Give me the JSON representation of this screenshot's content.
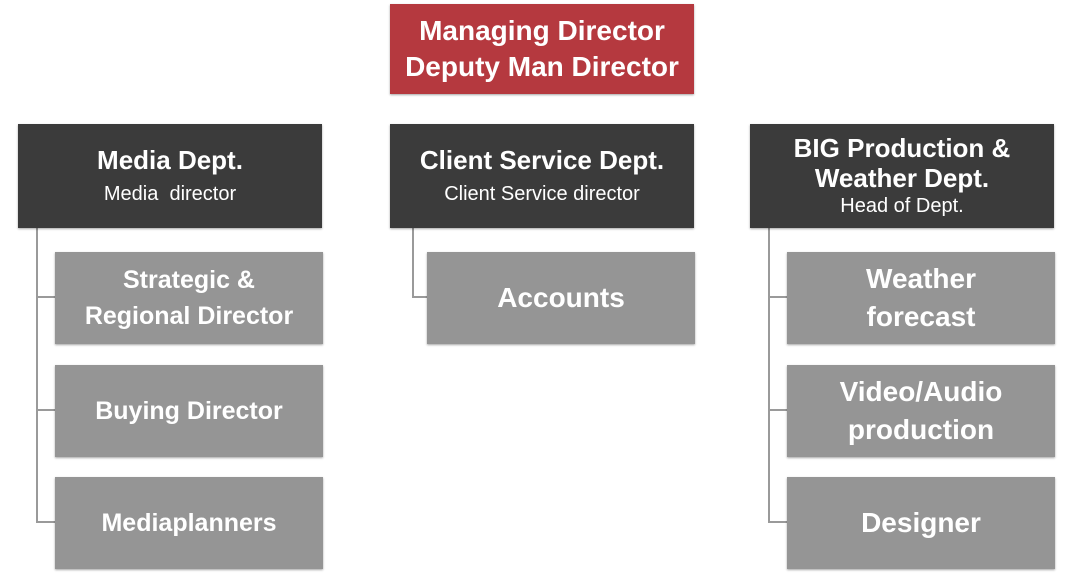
{
  "colors": {
    "top_box": "#b5393f",
    "dept_box": "#3b3b3b",
    "sub_box": "#959595",
    "connector": "#9a9a9a",
    "text": "#ffffff"
  },
  "top": {
    "line1": "Managing Director",
    "line2": "Deputy Man Director"
  },
  "departments": [
    {
      "title": "Media Dept.",
      "head": "Media  director",
      "children": [
        {
          "line1": "Strategic &",
          "line2": "Regional Director"
        },
        {
          "line1": "Buying Director"
        },
        {
          "line1": "Mediaplanners"
        }
      ]
    },
    {
      "title": "Client Service Dept.",
      "head": "Client Service director",
      "children": [
        {
          "line1": "Accounts"
        }
      ]
    },
    {
      "title_line1": "BIG Production &",
      "title_line2": "Weather Dept.",
      "head": "Head of Dept.",
      "children": [
        {
          "line1": "Weather",
          "line2": "forecast"
        },
        {
          "line1": "Video/Audio",
          "line2": "production"
        },
        {
          "line1": "Designer"
        }
      ]
    }
  ]
}
